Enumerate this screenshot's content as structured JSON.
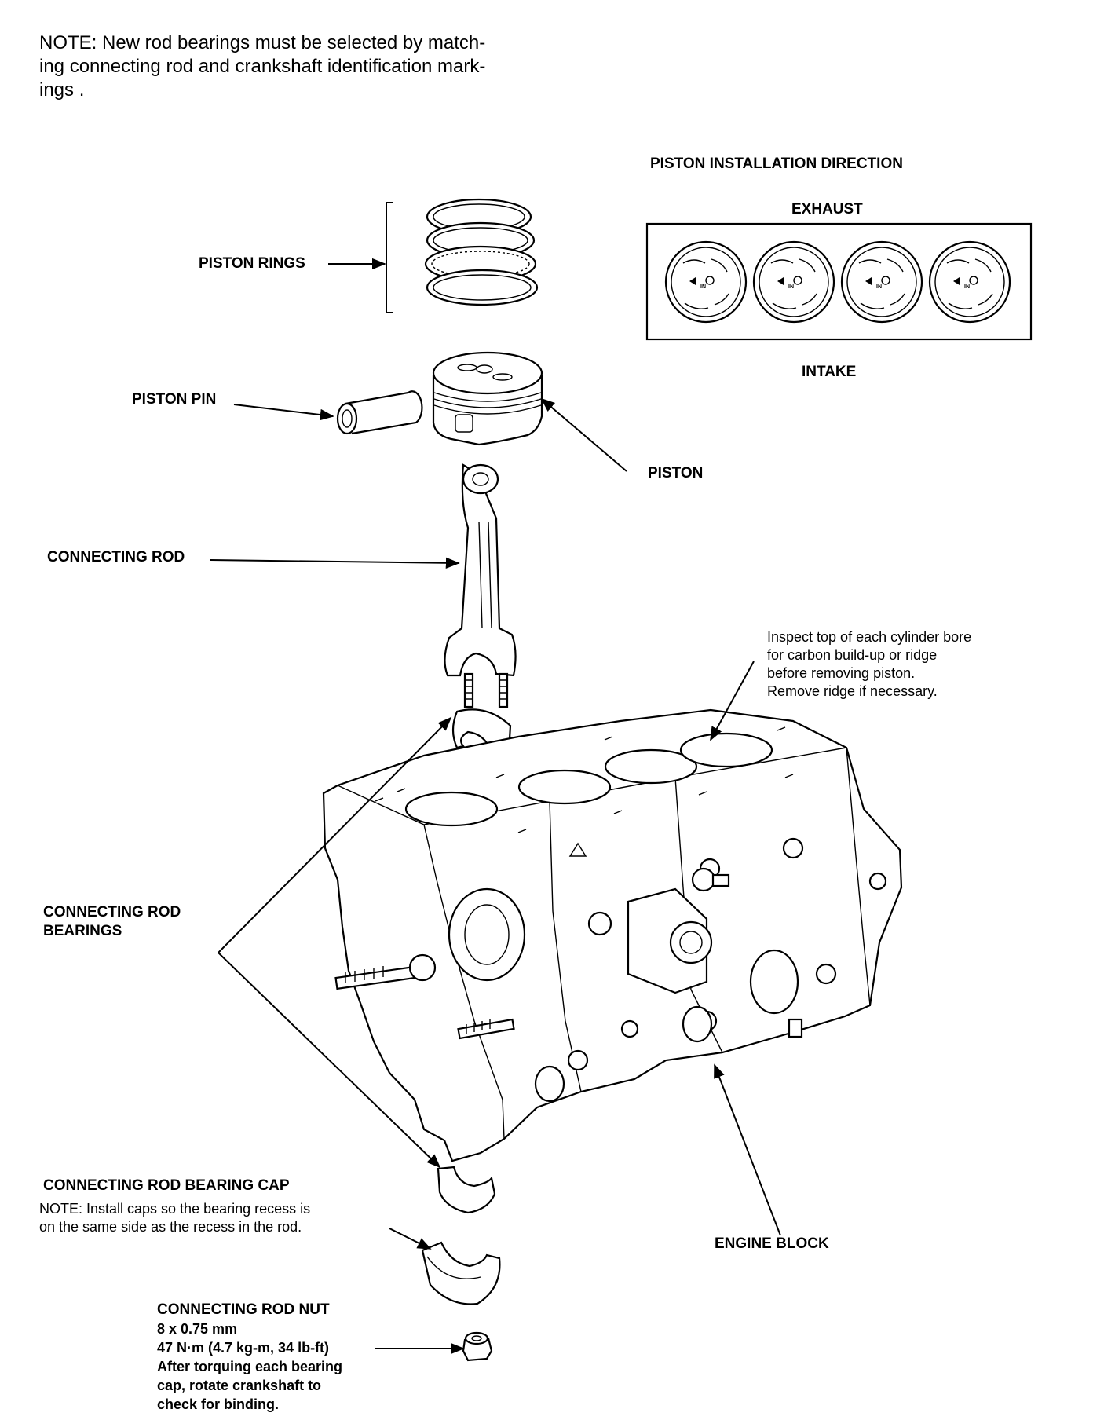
{
  "note_top": "NOTE:  New rod bearings must be selected by match-\ning connecting rod and crankshaft identification mark-\nings .",
  "labels": {
    "piston_installation_direction": "PISTON INSTALLATION DIRECTION",
    "exhaust": "EXHAUST",
    "intake": "INTAKE",
    "piston_rings": "PISTON RINGS",
    "piston_pin": "PISTON PIN",
    "piston": "PISTON",
    "connecting_rod": "CONNECTING ROD",
    "connecting_rod_bearings": "CONNECTING ROD\nBEARINGS",
    "engine_block": "ENGINE BLOCK",
    "connecting_rod_bearing_cap": "CONNECTING ROD BEARING CAP",
    "piston_mark": "IN"
  },
  "inspect_note": "Inspect top of each cylinder bore\nfor carbon build-up or ridge\nbefore removing piston.\nRemove ridge if necessary.",
  "cap_note": "NOTE: Install caps so the bearing recess is\non the same side as the recess in the rod.",
  "rod_nut": {
    "title": "CONNECTING ROD NUT",
    "detail": "8 x 0.75 mm\n47 N·m (4.7 kg-m, 34 lb-ft)\nAfter torquing each bearing\ncap, rotate crankshaft to\ncheck for binding."
  }
}
